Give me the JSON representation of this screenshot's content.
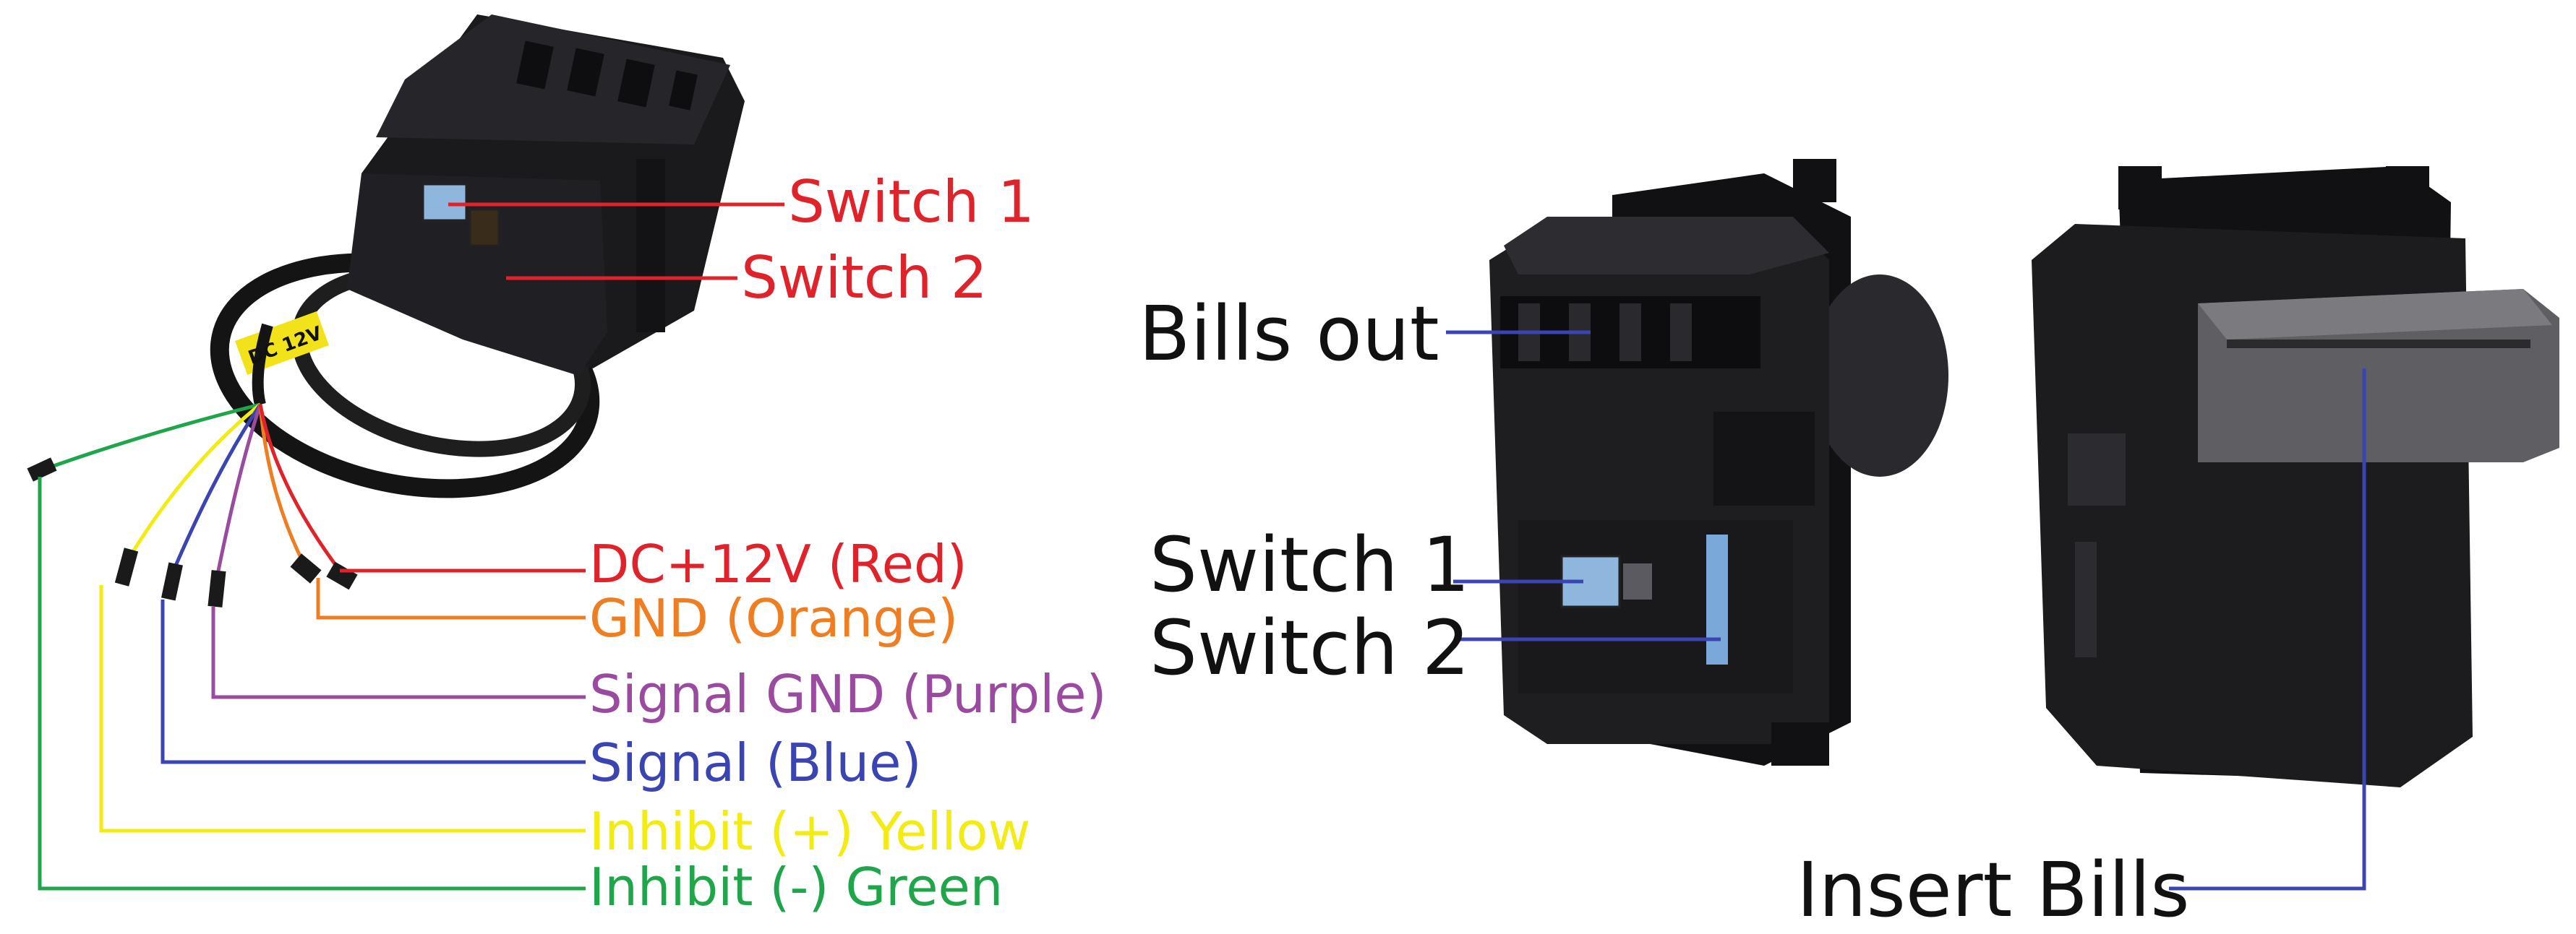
{
  "colors": {
    "red": "#e0232b",
    "orange": "#ef7e22",
    "purple": "#9a4ba0",
    "blue": "#3b44b3",
    "yellow": "#f2ec12",
    "green": "#20a64a",
    "black": "#111111",
    "device_body": "#1c1c1e",
    "device_shadow": "#2a2a2e"
  },
  "left_device": {
    "switch_1": "Switch 1",
    "switch_2": "Switch 2",
    "label_sticker": "DC 12V",
    "wires": {
      "dc12v": "DC+12V (Red)",
      "gnd": "GND (Orange)",
      "signal_gnd": "Signal GND (Purple)",
      "signal": "Signal (Blue)",
      "inhibit_plus": "Inhibit (+) Yellow",
      "inhibit_minus": "Inhibit (-) Green"
    }
  },
  "middle_device": {
    "bills_out": "Bills out",
    "switch_1": "Switch 1",
    "switch_2": "Switch 2"
  },
  "right_device": {
    "insert_bills": "Insert Bills"
  }
}
